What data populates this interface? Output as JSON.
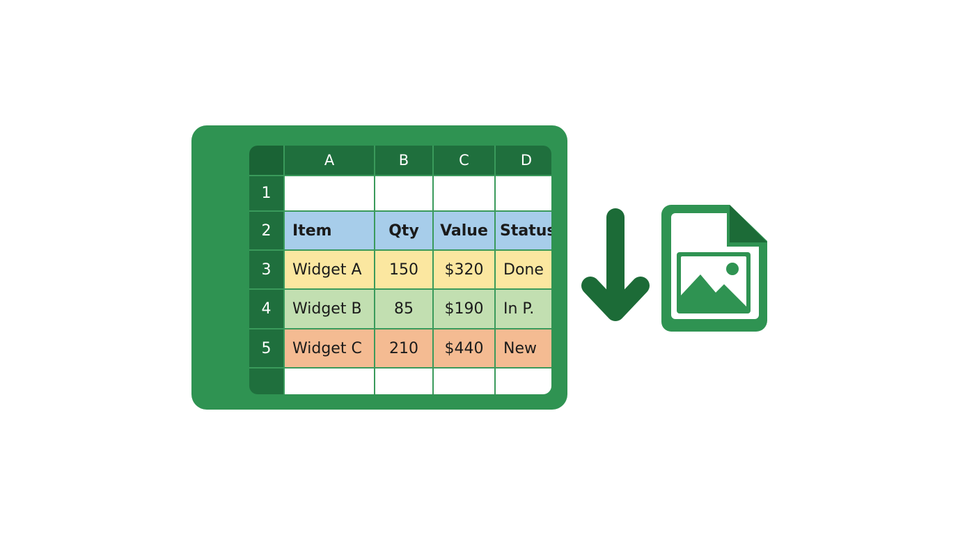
{
  "spreadsheet": {
    "columns": [
      "A",
      "B",
      "C",
      "D"
    ],
    "rows": [
      {
        "num": "1",
        "cells": [
          "",
          "",
          "",
          ""
        ]
      },
      {
        "num": "2",
        "cells": [
          "Item",
          "Qty",
          "Value",
          "Status"
        ]
      },
      {
        "num": "3",
        "cells": [
          "Widget A",
          "150",
          "$320",
          "Done"
        ]
      },
      {
        "num": "4",
        "cells": [
          "Widget B",
          "85",
          "$190",
          "In P."
        ]
      },
      {
        "num": "5",
        "cells": [
          "Widget C",
          "210",
          "$440",
          "New"
        ]
      },
      {
        "num": "",
        "cells": [
          "",
          "",
          "",
          ""
        ]
      }
    ]
  },
  "icons": {
    "arrow": "down-arrow-icon",
    "target": "image-file-icon"
  },
  "colors": {
    "card": "#2f9352",
    "header": "#1f6f3d",
    "row_header_blue": "#a7cdea",
    "row_yellow": "#fbe7a0",
    "row_green": "#c2dfb1",
    "row_orange": "#f4bb92",
    "icon_dark_green": "#1c6b37",
    "icon_green": "#2f9352"
  }
}
